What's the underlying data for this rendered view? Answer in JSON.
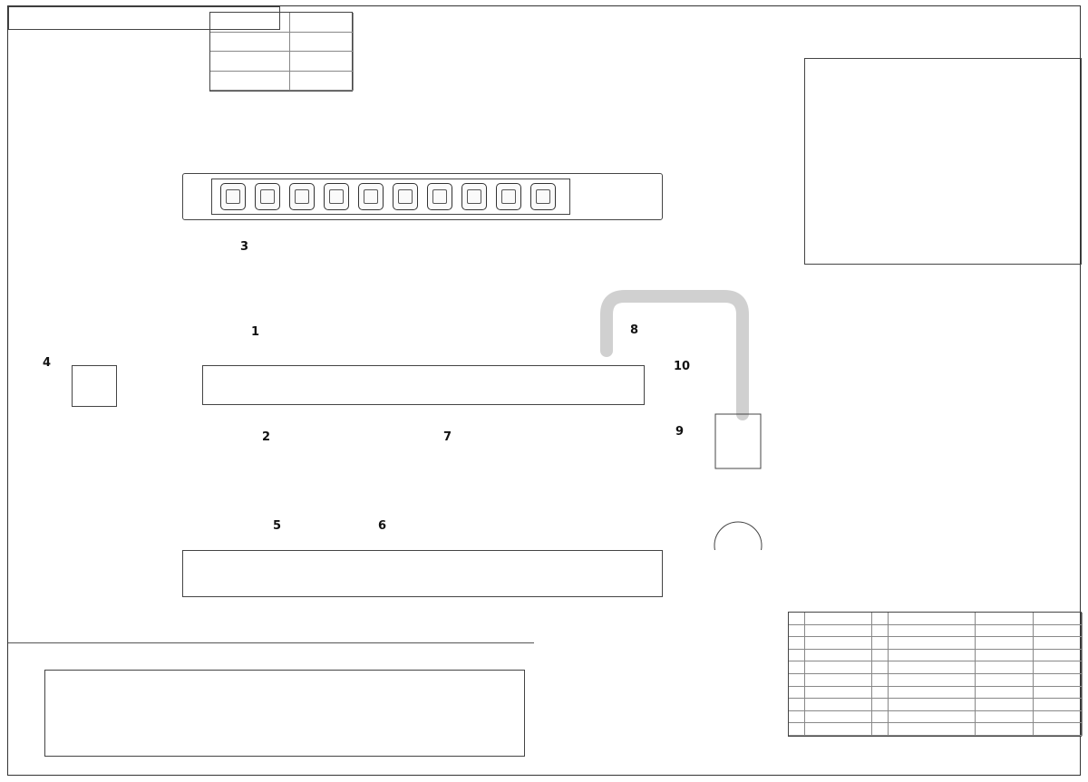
{
  "meta_label": "",
  "main_drawing": {
    "callouts": [
      "1",
      "2",
      "3",
      "4",
      "5",
      "6",
      "7",
      "8",
      "9",
      "10"
    ]
  },
  "sheet_note": "",
  "footer_code": "",
  "parts_list": {
    "rows": [
      [
        "",
        "",
        "",
        "",
        "",
        ""
      ],
      [
        "",
        "",
        "",
        "",
        "",
        ""
      ],
      [
        "",
        "",
        "",
        "",
        "",
        ""
      ],
      [
        "",
        "",
        "",
        "",
        "",
        ""
      ],
      [
        "",
        "",
        "",
        "",
        "",
        ""
      ],
      [
        "",
        "",
        "",
        "",
        "",
        ""
      ],
      [
        "",
        "",
        "",
        "",
        "",
        ""
      ],
      [
        "",
        "",
        "",
        "",
        "",
        ""
      ],
      [
        "",
        "",
        "",
        "",
        "",
        ""
      ],
      [
        "",
        "",
        "",
        "",
        "",
        ""
      ]
    ]
  }
}
